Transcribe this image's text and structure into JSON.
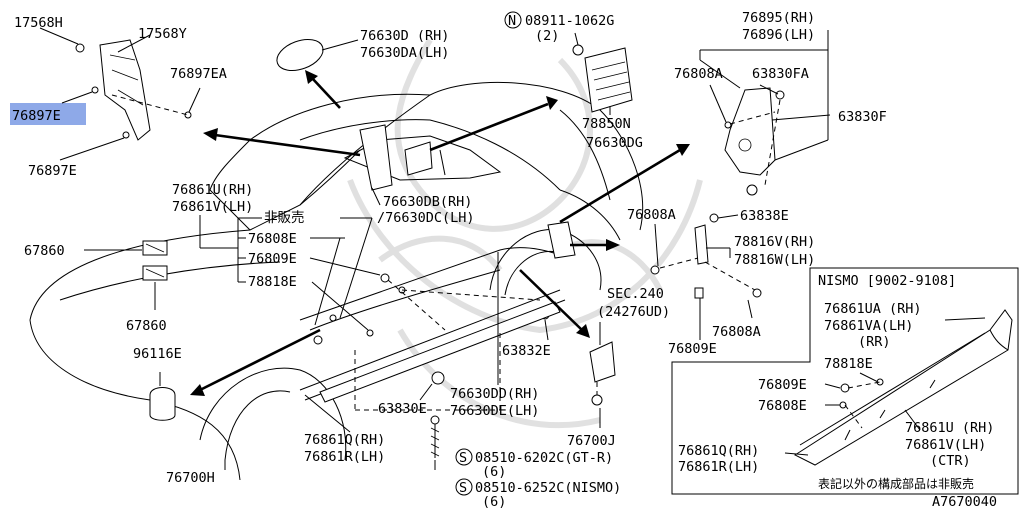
{
  "diagram": {
    "part_labels": {
      "p17568H": "17568H",
      "p17568Y": "17568Y",
      "p76897E_a": "76897E",
      "p76897E_b": "76897E",
      "p76897EA": "76897EA",
      "p76630D": "76630D (RH)",
      "p76630DA": "76630DA(LH)",
      "p08911": "08911-1062G",
      "p08911_qty": "(2)",
      "p78850N": "78850N",
      "p76630DG": "76630DG",
      "p76895": "76895(RH)",
      "p76896": "76896(LH)",
      "p76808A_a": "76808A",
      "p63830FA": "63830FA",
      "p63830F": "63830F",
      "p76861U_a": "76861U(RH)",
      "p76861V_a": "76861V(LH)",
      "p_not_sold": "非販売",
      "p76808E_a": "76808E",
      "p76809E_a": "76809E",
      "p78818E_a": "78818E",
      "p76630DB": "76630DB(RH)",
      "p76630DC": "/76630DC(LH)",
      "p67860_a": "67860",
      "p67860_b": "67860",
      "p96116E": "96116E",
      "p76808A_b": "76808A",
      "p63838E": "63838E",
      "p78816V": "78816V(RH)",
      "p78816W": "78816W(LH)",
      "p_sec240": "SEC.240",
      "p24276UD": "(24276UD)",
      "p63832E": "63832E",
      "p76808A_c": "76808A",
      "p76809E_b": "76809E",
      "p63830E": "63830E",
      "p76630DD": "76630DD(RH)",
      "p76630DE": "76630DE(LH)",
      "p76700J": "76700J",
      "p76861Q_a": "76861Q(RH)",
      "p76861R_a": "76861R(LH)",
      "p76700H": "76700H",
      "p08510_a": "08510-6202C(GT-R)",
      "p08510_a_qty": "(6)",
      "p08510_b": "08510-6252C(NISMO)",
      "p08510_b_qty": "(6)",
      "p_nismo_header": "NISMO [9002-9108]",
      "p76861UA": "76861UA (RH)",
      "p76861VA": "76861VA(LH)",
      "p_rr": "(RR)",
      "p78818E_b": "78818E",
      "p76809E_c": "76809E",
      "p76808E_b": "76808E",
      "p76861U_b": "76861U (RH)",
      "p76861V_b": "76861V(LH)",
      "p_ctr": "(CTR)",
      "p76861Q_b": "76861Q(RH)",
      "p76861R_b": "76861R(LH)",
      "p_footnote": "表記以外の構成部品は非販売",
      "p_diagram_id": "A7670040"
    },
    "circled_prefix": {
      "n": "N",
      "s": "S"
    },
    "colors": {
      "line": "#000000",
      "highlight": "#8ea9e8",
      "watermark": "#d9d9d9",
      "background": "#ffffff"
    },
    "highlighted_part": "76897E"
  }
}
